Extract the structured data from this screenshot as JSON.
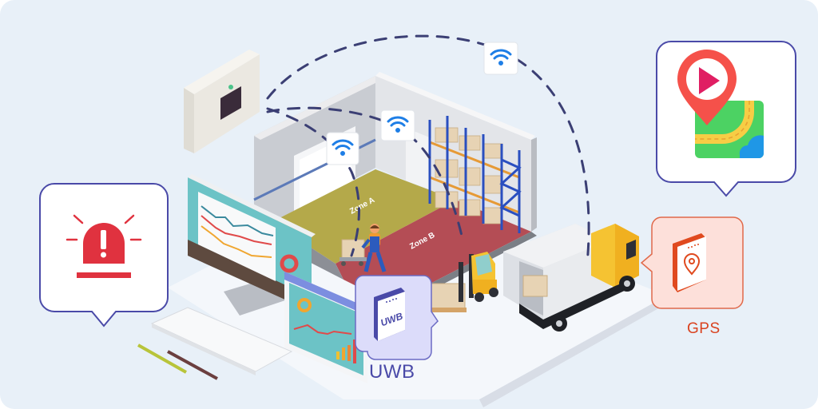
{
  "scene": {
    "zones": [
      {
        "label": "Zone A",
        "color": "#b4a94a"
      },
      {
        "label": "Zone B",
        "color": "#b44d55"
      }
    ],
    "wifi_beacons": [
      {
        "icon": "wifi-icon"
      },
      {
        "icon": "wifi-icon"
      },
      {
        "icon": "wifi-icon"
      }
    ],
    "callouts": {
      "alert": {
        "icon": "alarm-siren-icon",
        "color": "#e0323f"
      },
      "navigation": {
        "icon": "map-location-play-icon",
        "color": "#f5514a"
      },
      "uwb": {
        "label": "UWB",
        "chip_text": "UWB",
        "color": "#4a4aa8",
        "background": "#dcdcfa"
      },
      "gps": {
        "label": "GPS",
        "icon": "location-pin-icon",
        "color": "#e04a1f",
        "background": "#fde0da"
      }
    },
    "colors": {
      "background": "#e8f0f8",
      "callout_border": "#4a4aa8",
      "wifi": "#1e7ee6",
      "dashed_path": "#3b3f74",
      "rack": "#2a4fc0"
    }
  }
}
